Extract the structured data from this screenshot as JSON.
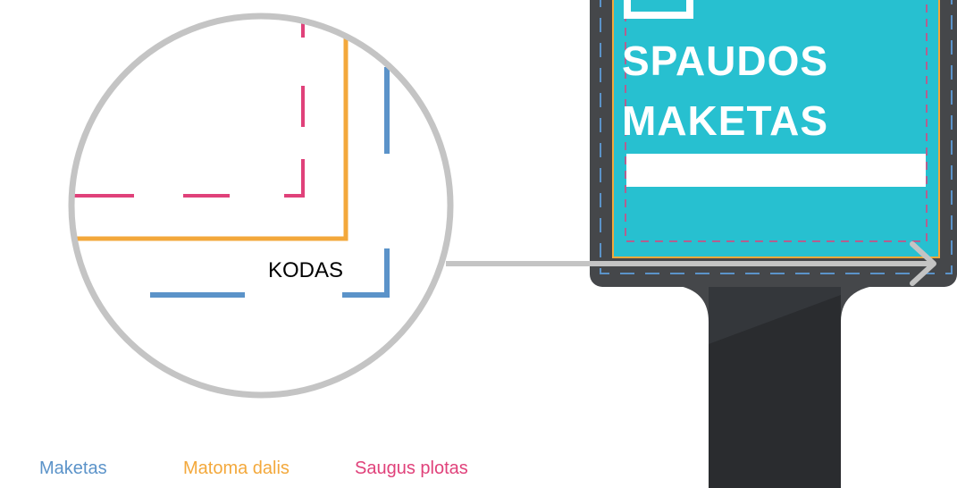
{
  "diagram": {
    "zoom": {
      "code_label": "KODAS"
    },
    "sign": {
      "headline_line1": "SPAUDOS",
      "headline_line2": "MAKETAS"
    },
    "legend": [
      {
        "label": "Maketas",
        "color": "#5b93c9"
      },
      {
        "label": "Matoma dalis",
        "color": "#f3a83b"
      },
      {
        "label": "Saugus plotas",
        "color": "#e0417a"
      }
    ],
    "colors": {
      "panel": "#27c0d0",
      "frame": "#45474a",
      "post": "#2a2c2f",
      "zoom_outline": "#c4c4c4"
    }
  }
}
